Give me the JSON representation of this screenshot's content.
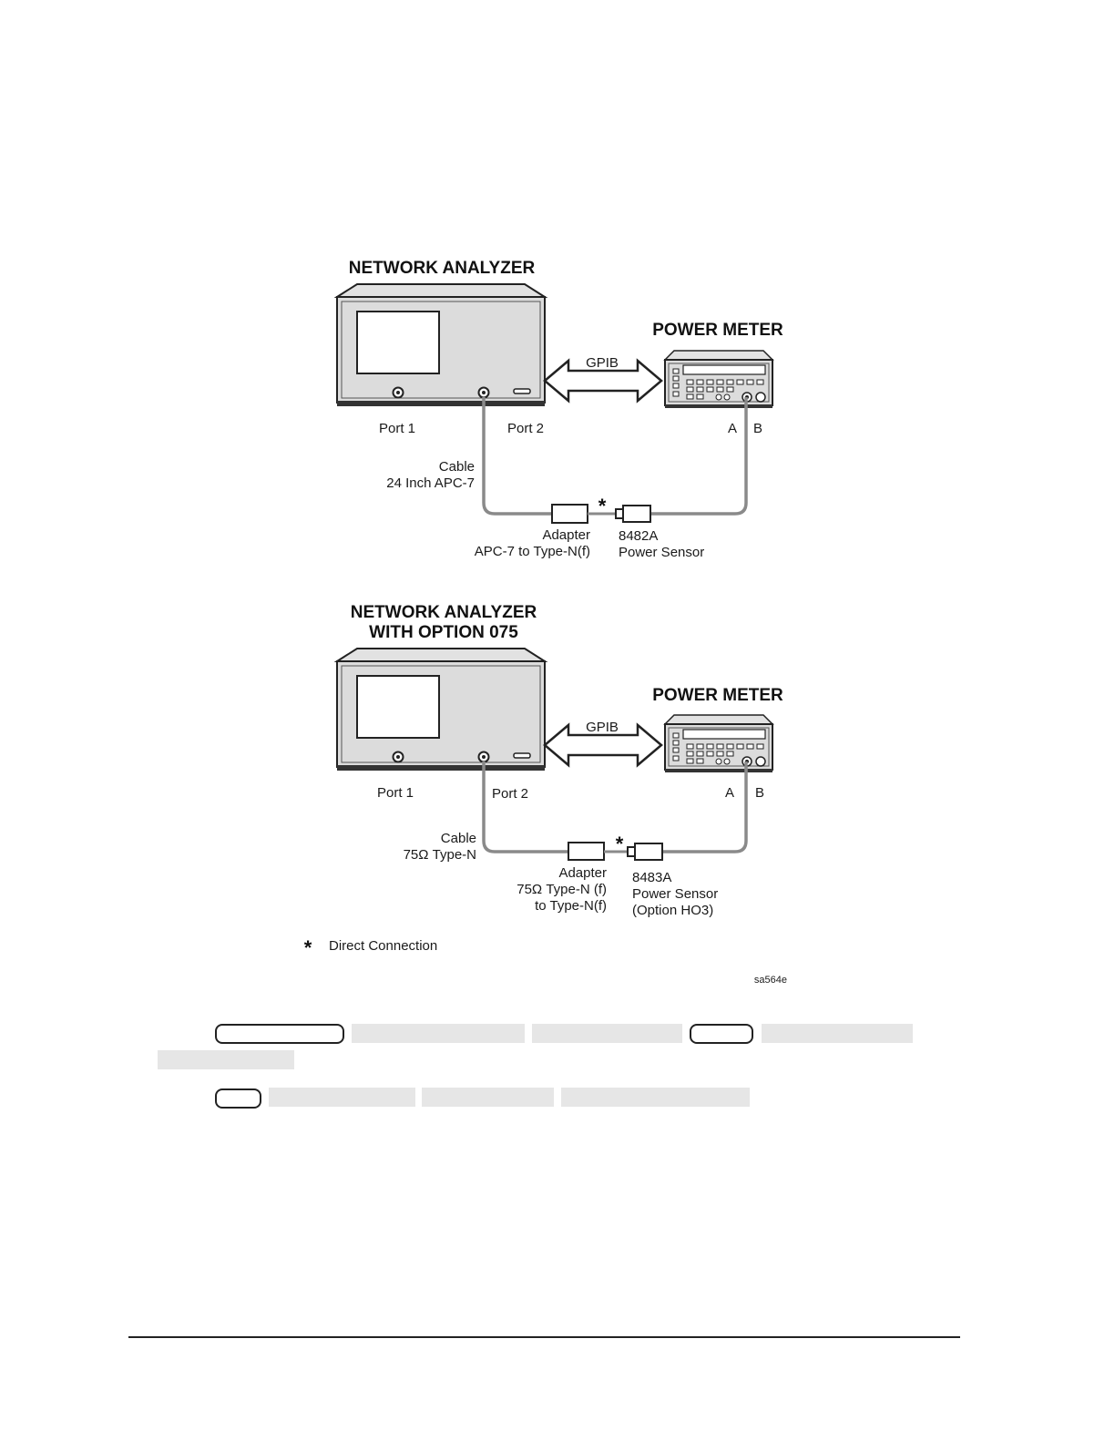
{
  "diagram": {
    "figure_id": "sa564e",
    "top_setup": {
      "analyzer_title": "NETWORK ANALYZER",
      "meter_title": "POWER METER",
      "bus_label": "GPIB",
      "port1": "Port 1",
      "port2": "Port 2",
      "meter_ch_a": "A",
      "meter_ch_b": "B",
      "cable_line1": "Cable",
      "cable_line2": "24 Inch APC-7",
      "adapter_line1": "Adapter",
      "adapter_line2": "APC-7 to Type-N(f)",
      "sensor_line1": "8482A",
      "sensor_line2": "Power Sensor",
      "connection_mark": "*"
    },
    "bottom_setup": {
      "analyzer_title_line1": "NETWORK ANALYZER",
      "analyzer_title_line2": "WITH OPTION 075",
      "meter_title": "POWER METER",
      "bus_label": "GPIB",
      "port1": "Port 1",
      "port2": "Port 2",
      "meter_ch_a": "A",
      "meter_ch_b": "B",
      "cable_line1": "Cable",
      "cable_line2": "75Ω Type-N",
      "adapter_line1": "Adapter",
      "adapter_line2": "75Ω Type-N (f)",
      "adapter_line3": "to Type-N(f)",
      "sensor_line1": "8483A",
      "sensor_line2": "Power Sensor",
      "sensor_line3": "(Option HO3)",
      "connection_mark": "*"
    },
    "footnote": {
      "symbol": "*",
      "text": "Direct Connection"
    }
  },
  "colors": {
    "instrument_fill": "#dcdcdc",
    "cable": "#8a8a8a",
    "redaction": "#e6e6e6"
  }
}
